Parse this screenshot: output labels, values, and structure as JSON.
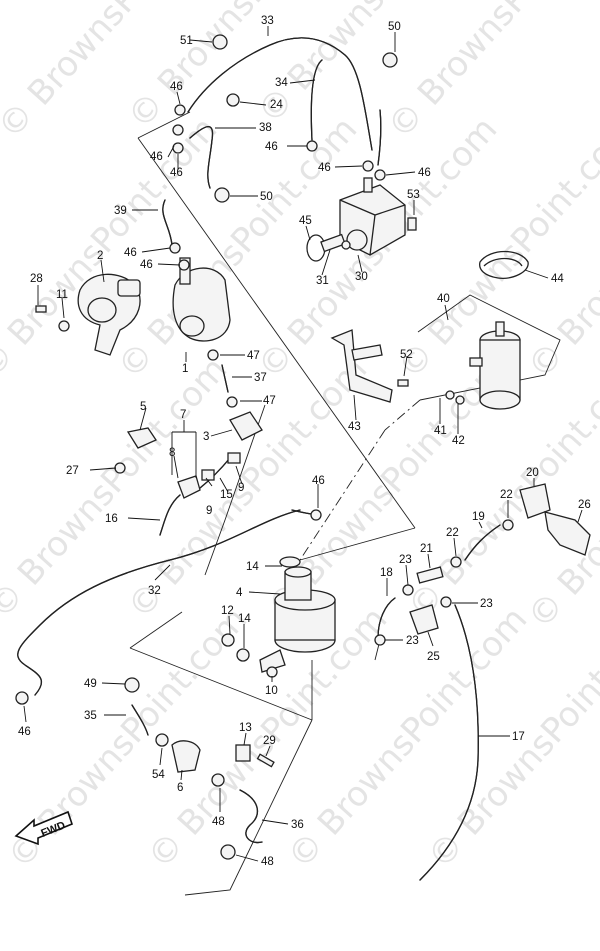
{
  "watermark": {
    "text": "© BrownsPoint.com"
  },
  "fwd_label": "FWD",
  "callouts": [
    {
      "id": "c33",
      "label": "33"
    },
    {
      "id": "c50a",
      "label": "50"
    },
    {
      "id": "c51",
      "label": "51"
    },
    {
      "id": "c46a",
      "label": "46"
    },
    {
      "id": "c24",
      "label": "24"
    },
    {
      "id": "c34",
      "label": "34"
    },
    {
      "id": "c38",
      "label": "38"
    },
    {
      "id": "c46b",
      "label": "46"
    },
    {
      "id": "c46c",
      "label": "46"
    },
    {
      "id": "c46d",
      "label": "46"
    },
    {
      "id": "c46e",
      "label": "46"
    },
    {
      "id": "c46f",
      "label": "46"
    },
    {
      "id": "c53",
      "label": "53"
    },
    {
      "id": "c39",
      "label": "39"
    },
    {
      "id": "c50b",
      "label": "50"
    },
    {
      "id": "c45",
      "label": "45"
    },
    {
      "id": "c30",
      "label": "30"
    },
    {
      "id": "c31",
      "label": "31"
    },
    {
      "id": "c46g",
      "label": "46"
    },
    {
      "id": "c46h",
      "label": "46"
    },
    {
      "id": "c2",
      "label": "2"
    },
    {
      "id": "c28",
      "label": "28"
    },
    {
      "id": "c11",
      "label": "11"
    },
    {
      "id": "c44",
      "label": "44"
    },
    {
      "id": "c40",
      "label": "40"
    },
    {
      "id": "c52",
      "label": "52"
    },
    {
      "id": "c1",
      "label": "1"
    },
    {
      "id": "c47a",
      "label": "47"
    },
    {
      "id": "c37",
      "label": "37"
    },
    {
      "id": "c47b",
      "label": "47"
    },
    {
      "id": "c43",
      "label": "43"
    },
    {
      "id": "c41",
      "label": "41"
    },
    {
      "id": "c42",
      "label": "42"
    },
    {
      "id": "c5",
      "label": "5"
    },
    {
      "id": "c7",
      "label": "7"
    },
    {
      "id": "c3",
      "label": "3"
    },
    {
      "id": "c8",
      "label": "8"
    },
    {
      "id": "c27",
      "label": "27"
    },
    {
      "id": "c9a",
      "label": "9"
    },
    {
      "id": "c9b",
      "label": "9"
    },
    {
      "id": "c15",
      "label": "15"
    },
    {
      "id": "c46i",
      "label": "46"
    },
    {
      "id": "c20",
      "label": "20"
    },
    {
      "id": "c22a",
      "label": "22"
    },
    {
      "id": "c26",
      "label": "26"
    },
    {
      "id": "c16",
      "label": "16"
    },
    {
      "id": "c19",
      "label": "19"
    },
    {
      "id": "c22b",
      "label": "22"
    },
    {
      "id": "c21",
      "label": "21"
    },
    {
      "id": "c23a",
      "label": "23"
    },
    {
      "id": "c14a",
      "label": "14"
    },
    {
      "id": "c32",
      "label": "32"
    },
    {
      "id": "c4",
      "label": "4"
    },
    {
      "id": "c18",
      "label": "18"
    },
    {
      "id": "c23b",
      "label": "23"
    },
    {
      "id": "c12",
      "label": "12"
    },
    {
      "id": "c14b",
      "label": "14"
    },
    {
      "id": "c23c",
      "label": "23"
    },
    {
      "id": "c25",
      "label": "25"
    },
    {
      "id": "c49",
      "label": "49"
    },
    {
      "id": "c10",
      "label": "10"
    },
    {
      "id": "c35",
      "label": "35"
    },
    {
      "id": "c46j",
      "label": "46"
    },
    {
      "id": "c13",
      "label": "13"
    },
    {
      "id": "c17",
      "label": "17"
    },
    {
      "id": "c29",
      "label": "29"
    },
    {
      "id": "c54",
      "label": "54"
    },
    {
      "id": "c6",
      "label": "6"
    },
    {
      "id": "c48a",
      "label": "48"
    },
    {
      "id": "c36",
      "label": "36"
    },
    {
      "id": "c48b",
      "label": "48"
    }
  ]
}
